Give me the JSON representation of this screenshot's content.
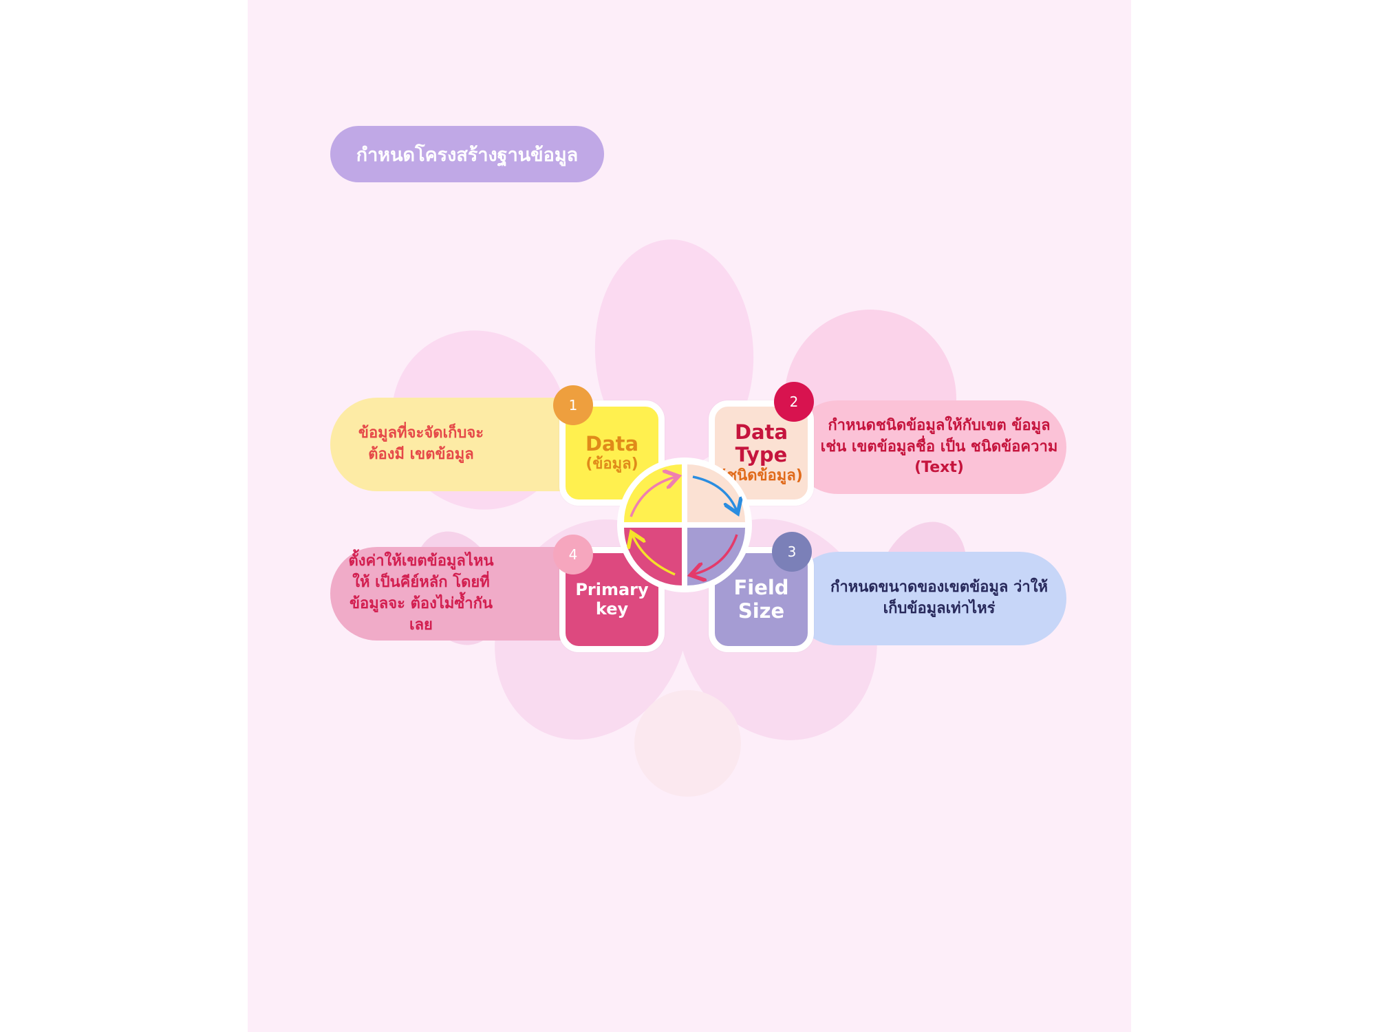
{
  "title": "กำหนดโครงสร้างฐานข้อมูล",
  "steps": [
    {
      "number": "1",
      "name": "Data",
      "subname": "(ข้อมูล)",
      "description": "ข้อมูลที่จะจัดเก็บจะต้องมี เขตข้อมูล",
      "colors": {
        "tile": "#fff04f",
        "pill": "#fdeba5",
        "badge": "#ee9f3e",
        "text": "#e08a1a",
        "desc_text": "#e54848"
      }
    },
    {
      "number": "2",
      "name": "Data Type",
      "subname": "(ชนิดข้อมูล)",
      "description": "กำหนดชนิดข้อมูลให้กับเขต ข้อมูล เช่น เขตข้อมูลชื่อ เป็น ชนิดข้อความ (Text)",
      "colors": {
        "tile": "#fbe1d3",
        "pill": "#fbc2d7",
        "badge": "#d8134f",
        "text": "#c5143d",
        "desc_text": "#c5143d"
      }
    },
    {
      "number": "3",
      "name": "Field Size",
      "subname": "",
      "description": "กำหนดขนาดของเขตข้อมูล ว่าให้เก็บข้อมูลเท่าไหร่",
      "colors": {
        "tile": "#a59cd3",
        "pill": "#c7d6f8",
        "badge": "#7b80b8",
        "text": "#ffffff",
        "desc_text": "#27285a"
      }
    },
    {
      "number": "4",
      "name": "Primary key",
      "subname": "",
      "description": "ตั้งค่าให้เขตข้อมูลไหนให้ เป็นคีย์หลัก โดยที่ข้อมูลจะ ต้องไม่ซ้ำกันเลย",
      "colors": {
        "tile": "#dd497f",
        "pill": "#f0abc8",
        "badge": "#f6a6be",
        "text": "#ffffff",
        "desc_text": "#d21e4f"
      }
    }
  ]
}
